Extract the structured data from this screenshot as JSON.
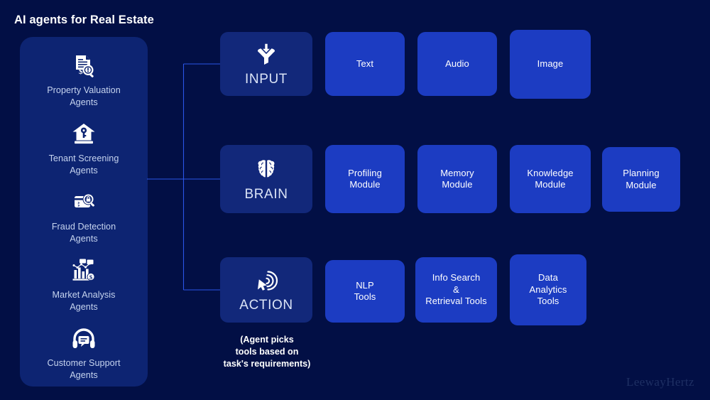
{
  "title": "AI agents for Real Estate",
  "colors": {
    "background": "#020f45",
    "sidebar_panel": "#0d2472",
    "primary_node": "#12287a",
    "module_node": "#1c3cc2",
    "connector_line": "#2a56e8",
    "sidebar_label": "#c6d4ef",
    "watermark": "#1e2f63"
  },
  "sidebar": {
    "items": [
      {
        "label": "Property Valuation\nAgents",
        "icon": "document-magnifier-icon"
      },
      {
        "label": "Tenant Screening\nAgents",
        "icon": "house-key-icon"
      },
      {
        "label": "Fraud Detection\nAgents",
        "icon": "card-lock-magnifier-icon"
      },
      {
        "label": "Market Analysis\nAgents",
        "icon": "bar-chart-dollar-icon"
      },
      {
        "label": "Customer Support\nAgents",
        "icon": "headset-chat-icon"
      }
    ]
  },
  "rows": [
    {
      "stage": {
        "name": "INPUT",
        "icon": "funnel-download-icon"
      },
      "nodes": [
        {
          "label": "Text"
        },
        {
          "label": "Audio"
        },
        {
          "label": "Image"
        }
      ]
    },
    {
      "stage": {
        "name": "BRAIN",
        "icon": "brain-icon"
      },
      "nodes": [
        {
          "label": "Profiling\nModule"
        },
        {
          "label": "Memory\nModule"
        },
        {
          "label": "Knowledge\nModule"
        },
        {
          "label": "Planning\nModule"
        }
      ]
    },
    {
      "stage": {
        "name": "ACTION",
        "icon": "cursor-click-icon"
      },
      "nodes": [
        {
          "label": "NLP\nTools"
        },
        {
          "label": "Info Search\n&\nRetrieval Tools"
        },
        {
          "label": "Data\nAnalytics\nTools"
        }
      ]
    }
  ],
  "action_note": "(Agent picks\ntools based on\ntask's requirements)",
  "watermark": "LeewayHertz"
}
